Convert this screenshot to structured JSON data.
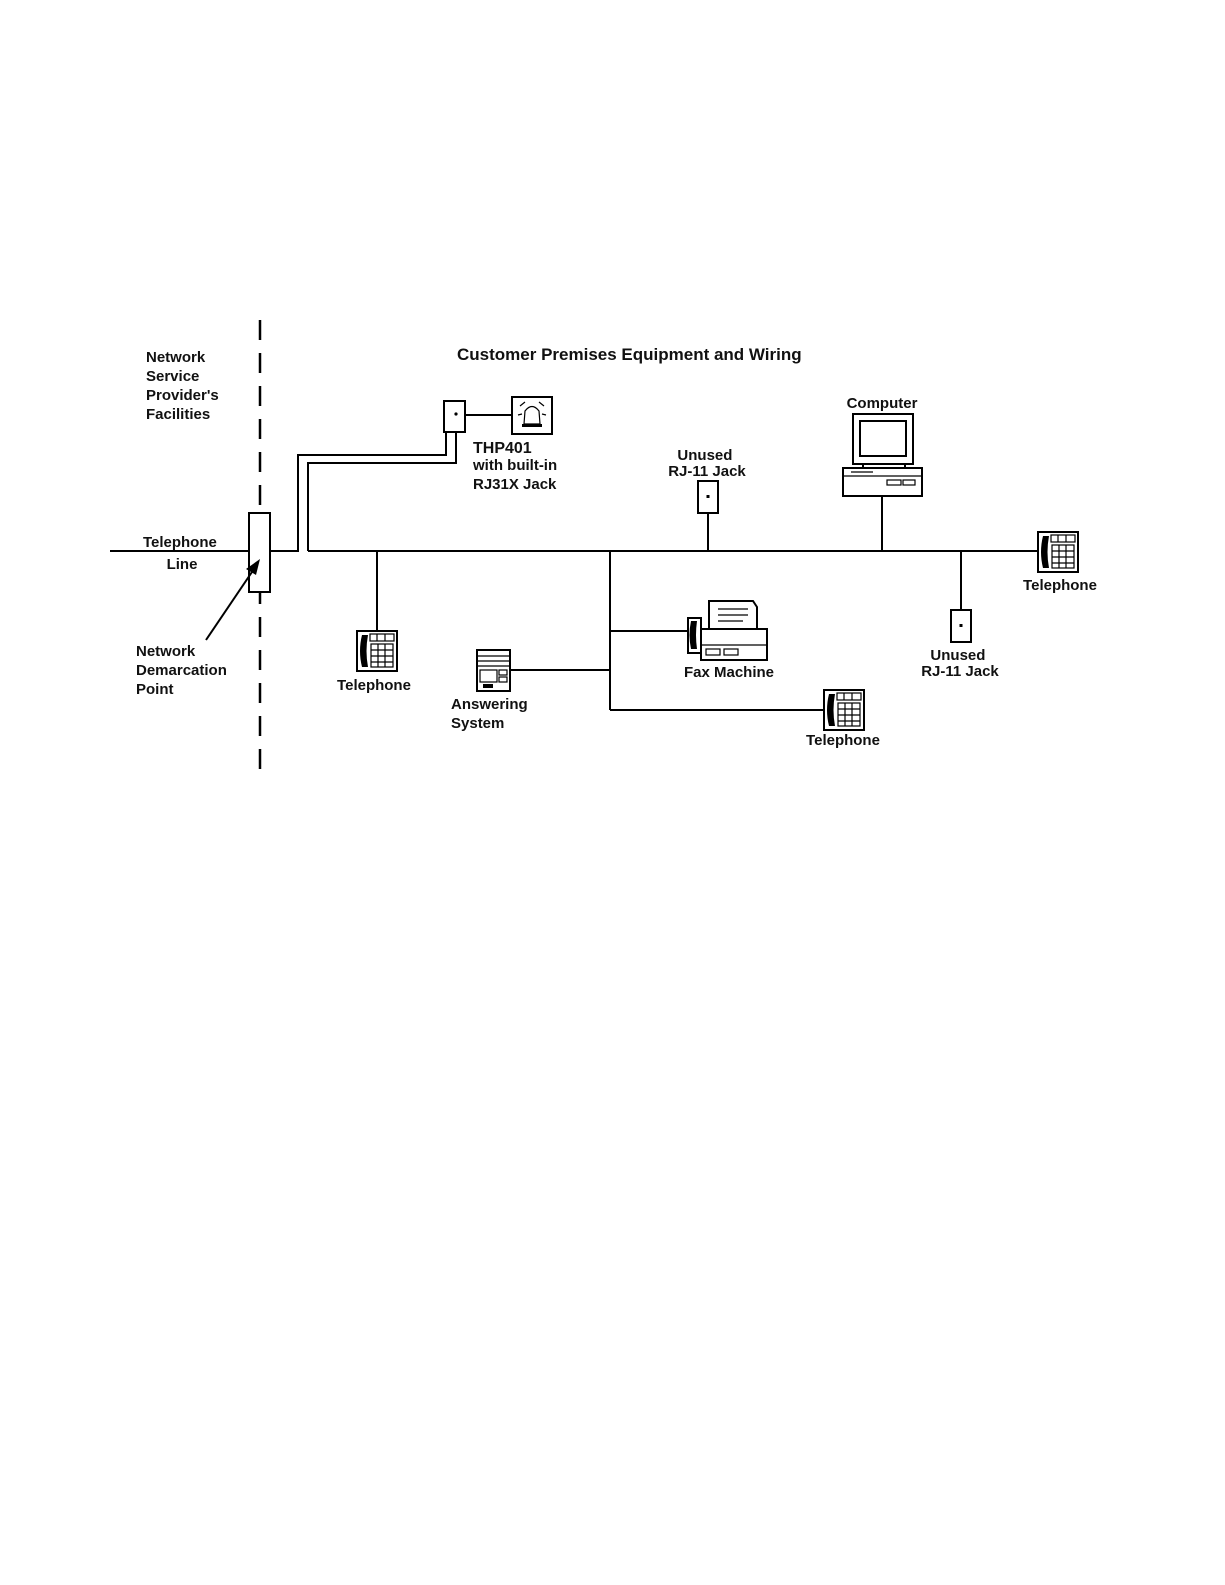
{
  "diagram": {
    "left_region_label": [
      "Network",
      "Service",
      "Provider's",
      "Facilities"
    ],
    "right_region_label": "Customer Premises Equipment and Wiring",
    "telephone_line_label": [
      "Telephone",
      "Line"
    ],
    "demarcation_label": [
      "Network",
      "Demarcation",
      "Point"
    ],
    "thp401_label": [
      "THP401",
      "with built-in",
      "RJ31X Jack"
    ],
    "computer_label": "Computer",
    "unused_jack_label": [
      "Unused",
      "RJ-11 Jack"
    ],
    "telephone_label": "Telephone",
    "fax_label": "Fax Machine",
    "answering_label": [
      "Answering",
      "System"
    ]
  },
  "icons": {
    "alarm_panel": "alarm-bell-icon",
    "telephone": "desk-telephone-icon",
    "computer": "desktop-computer-icon",
    "fax": "fax-machine-icon",
    "answering": "answering-machine-icon",
    "jack": "wall-jack-icon"
  }
}
